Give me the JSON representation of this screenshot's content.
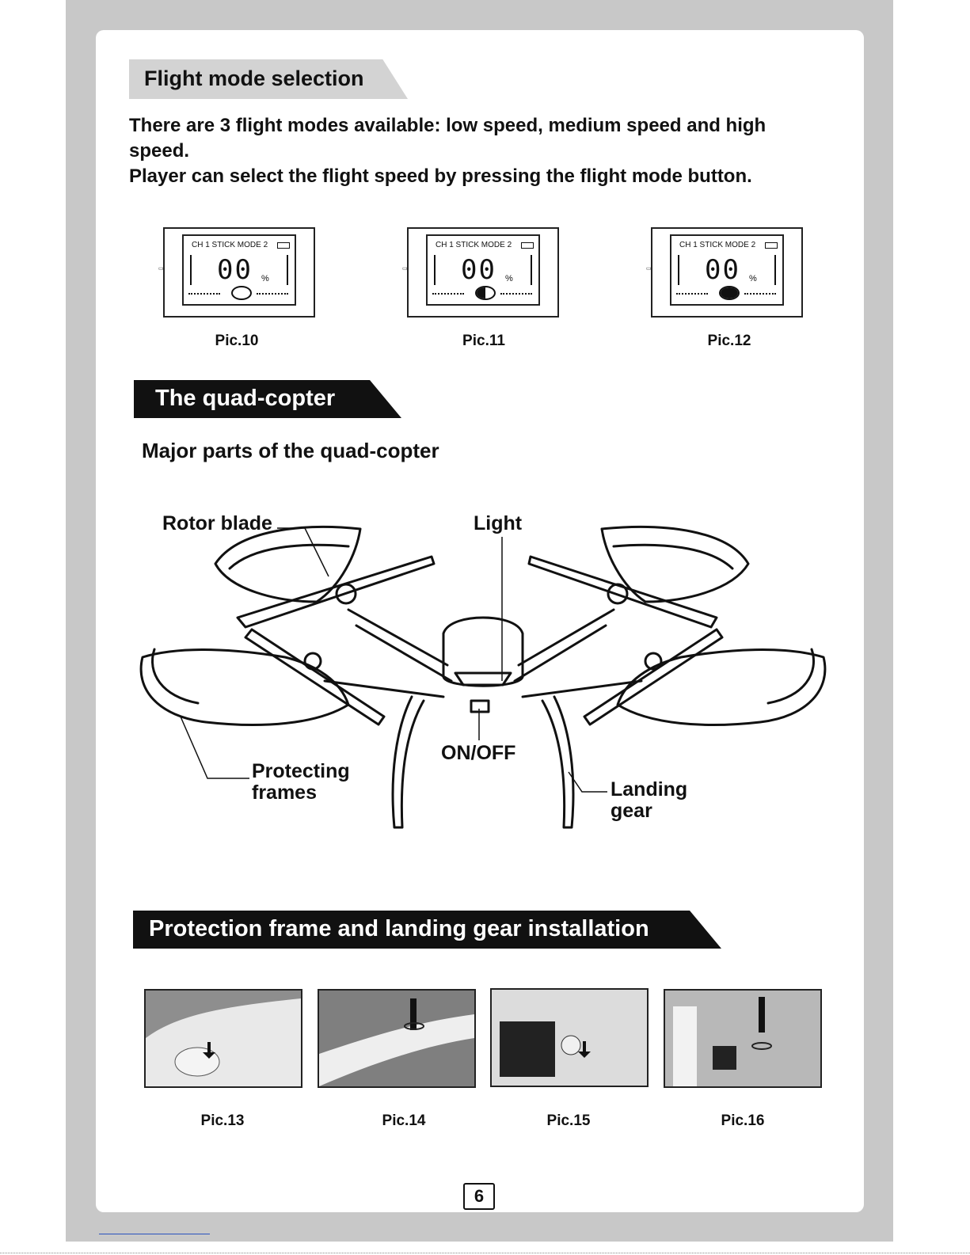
{
  "section1": {
    "title": "Flight mode selection",
    "line1": "There are 3 flight modes available: low speed, medium speed and high",
    "line2": "speed.",
    "line3": "Player can select the flight speed by pressing the flight mode button."
  },
  "lcd": {
    "top_text": "CH 1  STICK  MODE 2",
    "digits": "00",
    "percent": "%"
  },
  "pics_top": [
    "Pic.10",
    "Pic.11",
    "Pic.12"
  ],
  "section2": {
    "title": "The quad-copter",
    "subtitle": "Major parts of the quad-copter"
  },
  "callouts": {
    "rotor_blade": "Rotor blade",
    "light": "Light",
    "on_off": "ON/OFF",
    "protecting_1": "Protecting",
    "protecting_2": "frames",
    "landing_1": "Landing",
    "landing_2": "gear"
  },
  "section3": {
    "title": "Protection frame and landing gear installation"
  },
  "pics_bottom": [
    "Pic.13",
    "Pic.14",
    "Pic.15",
    "Pic.16"
  ],
  "page_number": "6",
  "icons": [
    "battery-icon",
    "speed-mode-indicator-icon",
    "arrow-down-icon",
    "screwdriver-icon"
  ]
}
